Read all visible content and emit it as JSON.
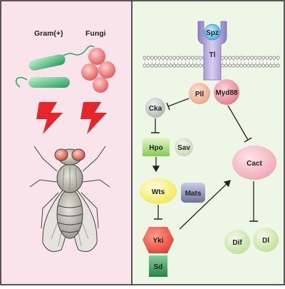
{
  "left_panel": {
    "gram_label": "Gram(+)",
    "fungi_label": "Fungi"
  },
  "right_panel": {
    "nodes": {
      "spz": "Spz",
      "tl": "Tl",
      "pll": "Pll",
      "myd88": "Myd88",
      "cka": "Cka",
      "hpo": "Hpo",
      "sav": "Sav",
      "wts": "Wts",
      "mats": "Mats",
      "yki": "Yki",
      "sd": "Sd",
      "cact": "Cact",
      "dif": "Dif",
      "dl": "Dl"
    }
  },
  "colors": {
    "left_bg": "#f9e4ec",
    "right_bg": "#eef6e6",
    "bacteria": "#2db36a",
    "fungi": "#ef6c6c",
    "lightning": "#e5262a",
    "receptor": "#a99ad0",
    "pll": "#f0b8a0",
    "myd88": "#e88a9a",
    "cka": "#c9c9c9",
    "hpo": "#a8e07a",
    "sav": "#d8e2c6",
    "wts": "#f8f070",
    "mats": "#8a90b0",
    "yki": "#f04a3a",
    "sd": "#3a9a5a",
    "cact": "#f4b6c0",
    "dif_dl": "#cfe9b0"
  }
}
